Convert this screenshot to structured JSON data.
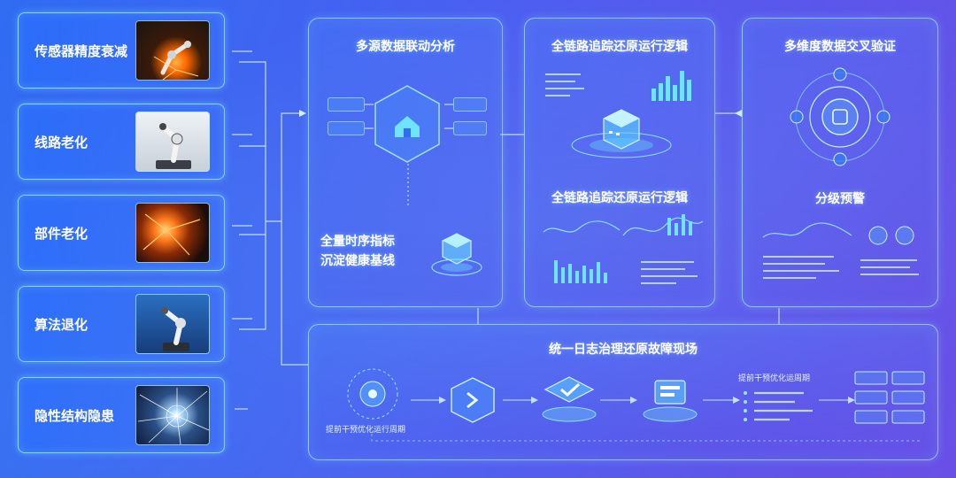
{
  "left_items": [
    {
      "label": "传感器精度衰减",
      "image": "robot-arm-sparks-image"
    },
    {
      "label": "线路老化",
      "image": "robot-arm-image"
    },
    {
      "label": "部件老化",
      "image": "molten-sparks-image"
    },
    {
      "label": "算法退化",
      "image": "robot-arm-blue-image"
    },
    {
      "label": "隐性结构隐患",
      "image": "cracked-glass-image"
    }
  ],
  "panels": {
    "multi_source": {
      "title": "多源数据联动分析",
      "icon": "house-hexagon-icon"
    },
    "baseline": {
      "title_line1": "全量时序指标",
      "title_line2": "沉淀健康基线",
      "icon": "cube-stack-icon"
    },
    "trace_top": {
      "title": "全链路追踪还原运行逻辑",
      "icon": "server-cube-icon"
    },
    "trace_bottom": {
      "title": "全链路追踪还原运行逻辑"
    },
    "cross_verify": {
      "title": "多维度数据交叉验证",
      "icon": "shield-hub-icon"
    },
    "warning": {
      "title": "分级预警"
    },
    "log_governance": {
      "title": "统一日志治理还原故障现场",
      "left_caption": "提前干预优化运行周期",
      "right_caption": "提前干预优化运周期"
    }
  },
  "colors": {
    "accent": "#6fe3ff",
    "line": "#d8f1ff",
    "panel_border": "#aae1ff"
  }
}
